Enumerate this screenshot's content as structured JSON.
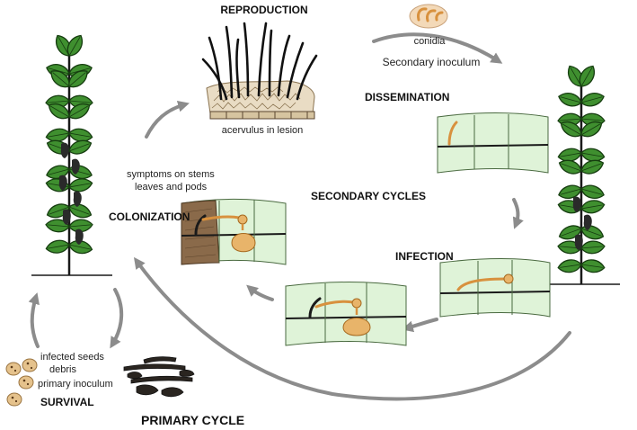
{
  "diagram": {
    "stages": {
      "reproduction": "REPRODUCTION",
      "dissemination": "DISSEMINATION",
      "infection": "INFECTION",
      "colonization": "COLONIZATION",
      "survival": "SURVIVAL"
    },
    "cycles": {
      "secondary": "SECONDARY CYCLES",
      "primary": "PRIMARY CYCLE"
    },
    "captions": {
      "acervulus": "acervulus in lesion",
      "conidia": "conidia",
      "secondary_inoculum": "Secondary inoculum",
      "symptoms_line1": "symptoms on stems",
      "symptoms_line2": "leaves and pods",
      "infected_seeds": "infected seeds",
      "debris": "debris",
      "primary_inoculum": "primary inoculum"
    },
    "colors": {
      "arrow": "#8c8c8c",
      "leaf": "#3f8f2f",
      "leaf_dark": "#1f5a16",
      "tissue": "#dff3d8",
      "fungus": "#e8b46a",
      "lesion": "#8a6a4a"
    }
  }
}
